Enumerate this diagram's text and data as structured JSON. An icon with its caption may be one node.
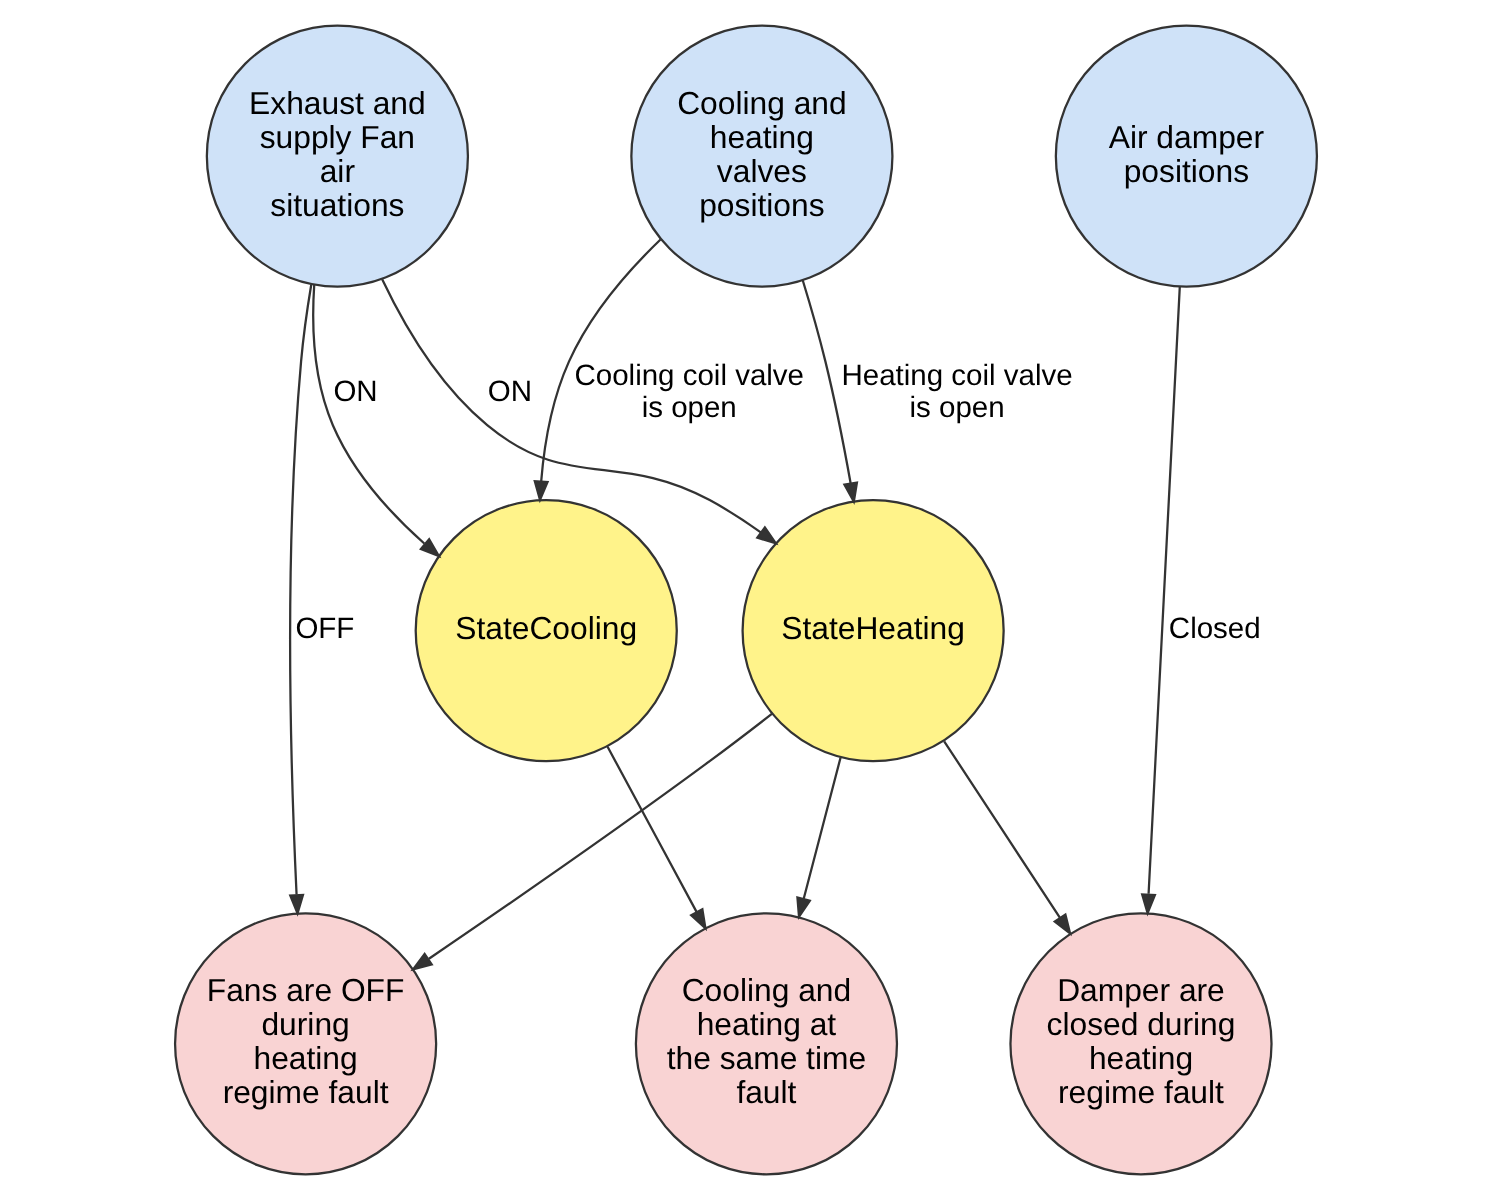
{
  "diagram": {
    "nodes": [
      {
        "text": [
          "Cooling and heating valves positions"
        ]
      },
      {
        "text": [
          "Exhaust and supply Fan air situations"
        ]
      },
      {
        "text": [
          "Air damper positions"
        ]
      },
      {
        "text": [
          "StateCooling"
        ]
      },
      {
        "text": [
          "StateHeating"
        ]
      },
      {
        "text": [
          "Damper are closed during heating regime fault"
        ]
      },
      {
        "text": [
          "Cooling and heating at the same time fault"
        ]
      },
      {
        "text": [
          "Fans are OFF during heating regime fault"
        ]
      }
    ],
    "edges": [
      {
        "from": 0,
        "to": 3,
        "arrow": "to",
        "label": "Cooling coil valve is open"
      },
      {
        "from": 0,
        "to": 4,
        "arrow": "to",
        "label": "Heating coil valve is open"
      },
      {
        "from": 1,
        "to": 3,
        "arrow": "to",
        "label": "ON"
      },
      {
        "from": 1,
        "to": 4,
        "arrow": "to",
        "label": "ON"
      },
      {
        "from": 1,
        "to": 7,
        "arrow": "to",
        "label": "OFF"
      },
      {
        "from": 2,
        "to": 5,
        "arrow": "to",
        "label": "Closed"
      },
      {
        "from": 4,
        "to": 5,
        "arrow": "to"
      },
      {
        "from": 3,
        "to": 6,
        "arrow": "to"
      },
      {
        "from": 4,
        "to": 6,
        "arrow": "to"
      },
      {
        "from": 4,
        "to": 7,
        "arrow": "to"
      }
    ]
  }
}
